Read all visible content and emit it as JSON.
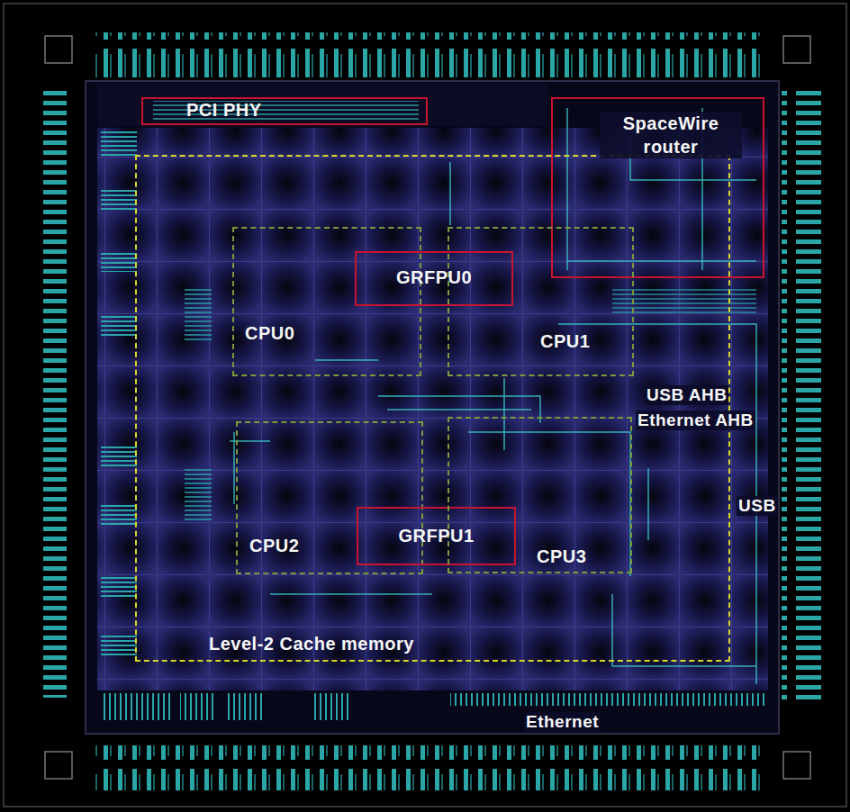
{
  "diagram": {
    "nodes": [
      {
        "text": [
          "PCI PHY"
        ]
      },
      {
        "text": [
          "SpaceWire router"
        ]
      },
      {
        "text": [
          "Level-2 Cache memory"
        ]
      },
      {
        "text": [
          "CPU0"
        ],
        "in": 2
      },
      {
        "text": [
          "GRFPU0"
        ],
        "in": 2
      },
      {
        "text": [
          "CPU1"
        ],
        "in": 2
      },
      {
        "text": [
          "CPU2"
        ],
        "in": 2
      },
      {
        "text": [
          "GRFPU1"
        ],
        "in": 2
      },
      {
        "text": [
          "CPU3"
        ],
        "in": 2
      }
    ],
    "labels": [
      "USB AHB",
      "Ethernet AHB",
      "USB",
      "Ethernet"
    ]
  }
}
